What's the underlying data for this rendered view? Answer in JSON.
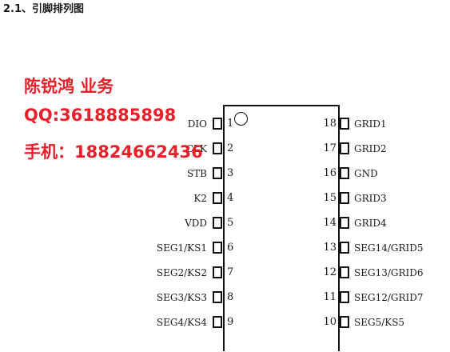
{
  "heading": "2.1、引脚排列图",
  "contact": {
    "line1": "陈锐鸿 业务",
    "line2": "QQ:3618885898",
    "line3": "手机：18824662436"
  },
  "left_pins": [
    {
      "label": "DIO",
      "number": "1"
    },
    {
      "label": "CLK",
      "number": "2"
    },
    {
      "label": "STB",
      "number": "3"
    },
    {
      "label": "K2",
      "number": "4"
    },
    {
      "label": "VDD",
      "number": "5"
    },
    {
      "label": "SEG1/KS1",
      "number": "6"
    },
    {
      "label": "SEG2/KS2",
      "number": "7"
    },
    {
      "label": "SEG3/KS3",
      "number": "8"
    },
    {
      "label": "SEG4/KS4",
      "number": "9"
    }
  ],
  "right_pins": [
    {
      "label": "GRID1",
      "number": "18"
    },
    {
      "label": "GRID2",
      "number": "17"
    },
    {
      "label": "GND",
      "number": "16"
    },
    {
      "label": "GRID3",
      "number": "15"
    },
    {
      "label": "GRID4",
      "number": "14"
    },
    {
      "label": "SEG14/GRID5",
      "number": "13"
    },
    {
      "label": "SEG13/GRID6",
      "number": "12"
    },
    {
      "label": "SEG12/GRID7",
      "number": "11"
    },
    {
      "label": "SEG5/KS5",
      "number": "10"
    }
  ],
  "colors": {
    "contact": "#e8202a",
    "line": "#111111"
  }
}
